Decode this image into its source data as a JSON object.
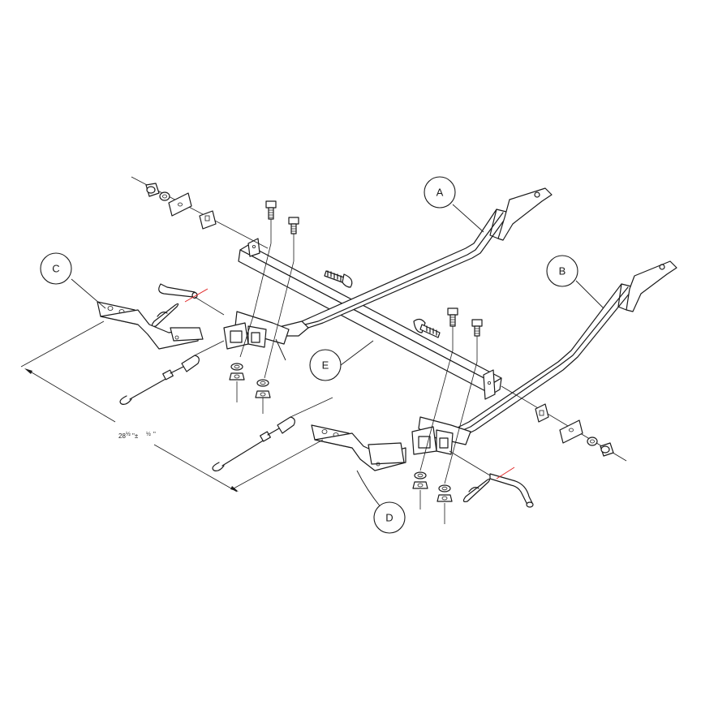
{
  "callouts": {
    "a": "A",
    "b": "B",
    "c": "C",
    "d": "D",
    "e": "E"
  },
  "dimension": {
    "main": "28",
    "main_fraction": "½",
    "tolerance_symbol": "\"±",
    "tolerance_fraction": "½",
    "tolerance_unit": "\""
  }
}
